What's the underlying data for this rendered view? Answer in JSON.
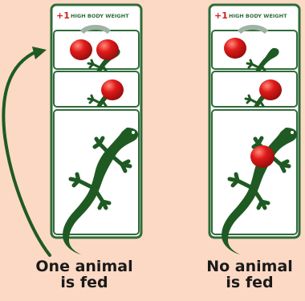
{
  "cards": [
    {
      "trait_bonus": "+1",
      "trait_name": "HIGH BODY WEIGHT"
    },
    {
      "trait_bonus": "+1",
      "trait_name": "HIGH BODY WEIGHT"
    }
  ],
  "captions": {
    "left": [
      "One animal",
      "is fed"
    ],
    "right": [
      "No animal",
      "is fed"
    ]
  },
  "colors": {
    "background": "#fcd9c4",
    "card_border": "#2f6b3a",
    "lizard": "#1f5a23",
    "arrow": "#1f5a23",
    "food_token": "#e01a1a",
    "trait_bonus_text": "#d21d1d",
    "trait_name_text": "#2f6b3a"
  },
  "icons": [
    "lizard-icon",
    "red-food-token",
    "curved-arrow"
  ]
}
